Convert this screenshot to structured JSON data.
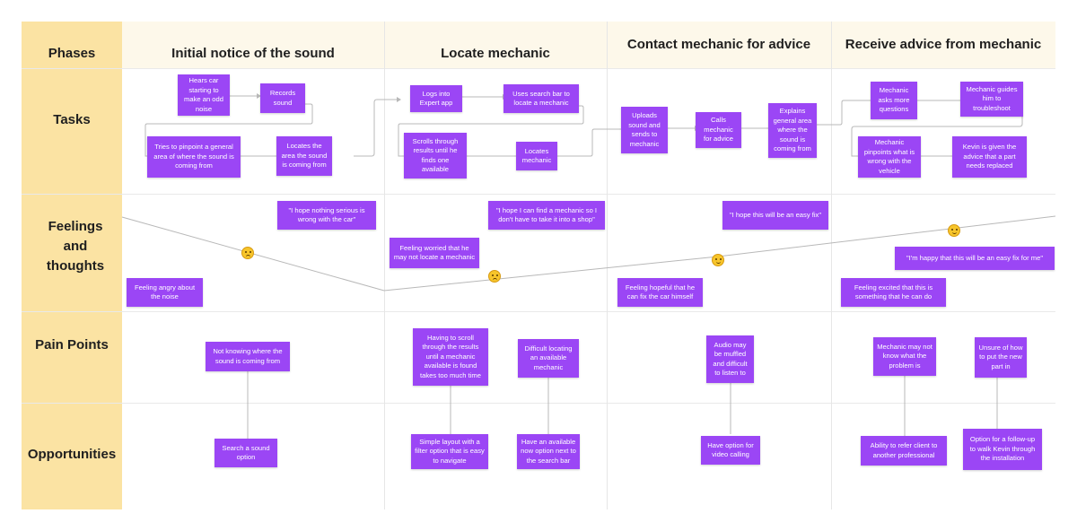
{
  "row_labels": {
    "phases": "Phases",
    "tasks": "Tasks",
    "feelings": "Feelings and thoughts",
    "pain_points": "Pain Points",
    "opportunities": "Opportunities"
  },
  "phases": [
    "Initial notice of the sound",
    "Locate mechanic",
    "Contact mechanic for advice",
    "Receive advice from mechanic"
  ],
  "tasks": {
    "p1": [
      "Hears car starting to make an odd noise",
      "Records sound",
      "Tries to pinpoint a general area of where the sound is coming from",
      "Locates the area the sound is coming from"
    ],
    "p2": [
      "Logs into Expert app",
      "Uses search bar to locate a mechanic",
      "Scrolls through results until he finds one available",
      "Locates mechanic"
    ],
    "p3": [
      "Uploads sound and sends to mechanic",
      "Calls mechanic for advice",
      "Explains general area where the sound is coming from"
    ],
    "p4": [
      "Mechanic asks more questions",
      "Mechanic guides him to troubleshoot",
      "Mechanic pinpoints what is wrong with the vehicle",
      "Kevin is given the advice that a part needs replaced"
    ]
  },
  "feelings": {
    "thought_1": "\"I hope nothing serious is wrong with the car\"",
    "feeling_1": "Feeling angry about the noise",
    "thought_2": "\"I hope I can find a mechanic so I don't have to take it into a shop\"",
    "feeling_2": "Feeling worried that he may not locate a mechanic",
    "thought_3": "\"I hope this will be an easy fix\"",
    "feeling_3": "Feeling hopeful that he can fix the car himself",
    "thought_4": "\"I'm happy that this will be an easy fix for me\"",
    "feeling_4": "Feeling excited that this is something that he can do",
    "emojis": [
      "angry-face-icon",
      "worried-face-icon",
      "smiling-face-icon",
      "grinning-face-icon"
    ]
  },
  "pain_points": [
    "Not knowing where the sound is coming from",
    "Having to scroll through the results until a mechanic available is found takes too much time",
    "Difficult locating an available mechanic",
    "Audio may be muffled and difficult to listen to",
    "Mechanic may not know what the problem is",
    "Unsure of how to put the new part in"
  ],
  "opportunities": [
    "Search a sound option",
    "Simple layout with a filter option that is easy to navigate",
    "Have an available now option next to the search bar",
    "Have option for video calling",
    "Ability to refer client to another professional",
    "Option for a follow-up to walk Kevin through the installation"
  ],
  "colors": {
    "note": "#9b46f5",
    "label_column": "#fbe3a3",
    "header_row": "#fdf8ea",
    "emoji": "#f7c52b"
  }
}
